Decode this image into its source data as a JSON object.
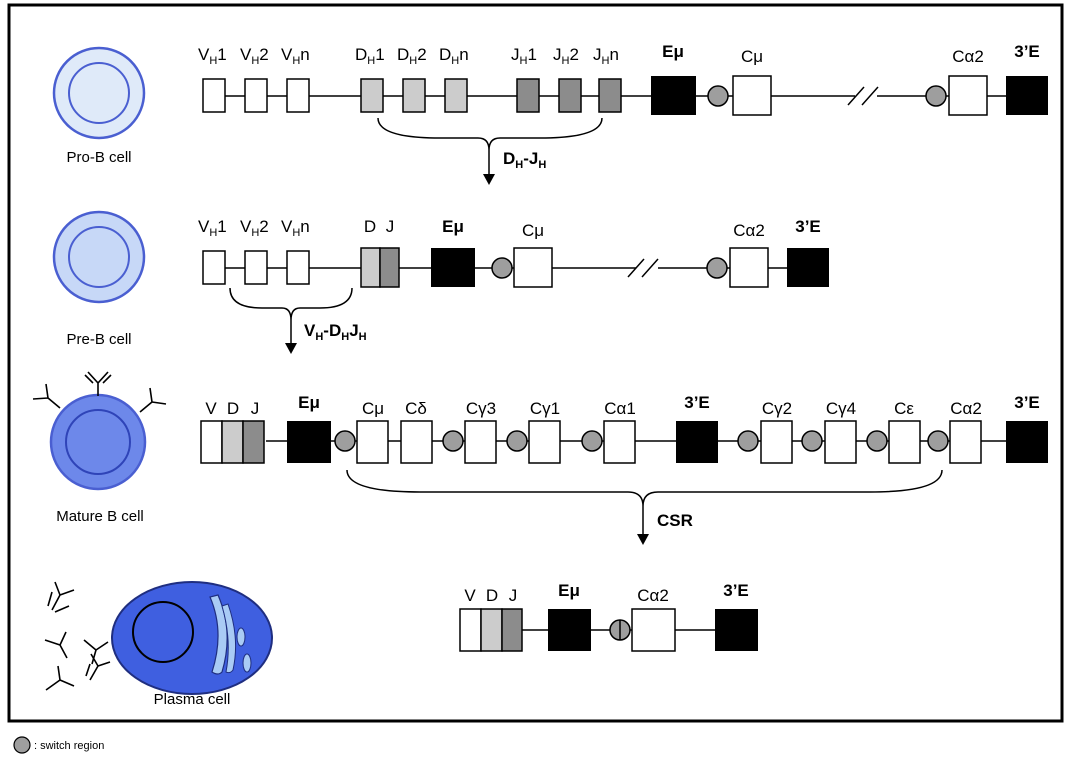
{
  "colors": {
    "frame": "#000000",
    "switch_region": "#9e9e9e",
    "d_segment": "#cccccc",
    "j_segment": "#8c8c8c",
    "enhancer": "#000000",
    "cell_fill_light": "#dfeaf9",
    "cell_fill_mid": "#c7d8f7",
    "cell_fill_dark": "#6d88ea",
    "plasma_fill": "#3f5fe0",
    "cell_stroke": "#4a5fd1"
  },
  "cells": {
    "pro_b": "Pro-B cell",
    "pre_b": "Pre-B cell",
    "mature_b": "Mature B cell",
    "plasma": "Plasma cell"
  },
  "row1": {
    "v_labels": [
      "V",
      "V",
      "V"
    ],
    "v_suffix": [
      "1",
      "2",
      "n"
    ],
    "d_labels": [
      "D",
      "D",
      "D"
    ],
    "d_suffix": [
      "1",
      "2",
      "n"
    ],
    "j_labels": [
      "J",
      "J",
      "J"
    ],
    "j_suffix": [
      "1",
      "2",
      "n"
    ],
    "h_sub": "H",
    "emu": "Eμ",
    "cmu": "Cμ",
    "ca2": "Cα2",
    "e3": "3’E"
  },
  "step1": {
    "main1": "D",
    "sub1": "H",
    "dash": "-",
    "main2": "J",
    "sub2": "H"
  },
  "row2": {
    "d": "D",
    "j": "J",
    "emu": "Eμ",
    "cmu": "Cμ",
    "ca2": "Cα2",
    "e3": "3’E"
  },
  "step2": {
    "main1": "V",
    "sub1": "H",
    "dash": "-",
    "main2": "D",
    "sub2": "H",
    "main3": "J",
    "sub3": "H"
  },
  "row3": {
    "vdj": [
      "V",
      "D",
      "J"
    ],
    "emu": "Eμ",
    "constant": [
      "Cμ",
      "Cδ",
      "Cγ3",
      "Cγ1",
      "Cα1",
      "Cγ2",
      "Cγ4",
      "Cε",
      "Cα2"
    ],
    "e3_mid": "3’E",
    "e3_end": "3’E"
  },
  "step3": "CSR",
  "row4": {
    "vdj": [
      "V",
      "D",
      "J"
    ],
    "emu": "Eμ",
    "ca2": "Cα2",
    "e3": "3’E"
  },
  "legend": ": switch region"
}
